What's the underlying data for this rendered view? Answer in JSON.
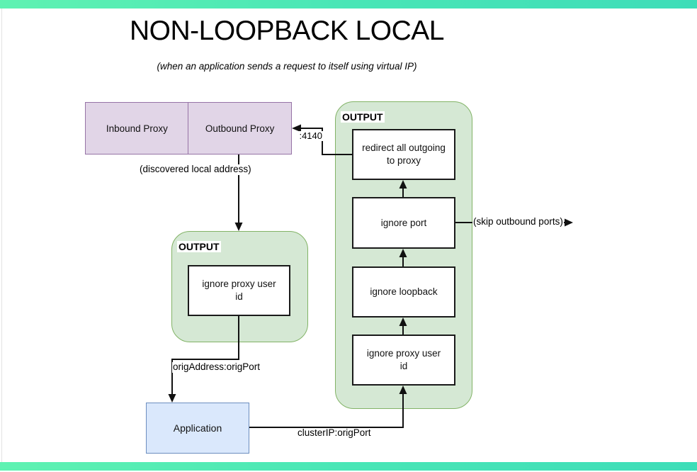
{
  "frame": {
    "accent_gradient_start": "#5ff2b2",
    "accent_gradient_end": "#3eddb8"
  },
  "header": {
    "title": "NON-LOOPBACK LOCAL",
    "subtitle": "(when an application sends a request to itself using virtual IP)"
  },
  "proxy_bar": {
    "inbound": "Inbound Proxy",
    "outbound": "Outbound Proxy",
    "fill": "#e1d5e7",
    "border": "#9673a6"
  },
  "right_output": {
    "title": "OUTPUT",
    "boxes": [
      "redirect all outgoing to proxy",
      "ignore port",
      "ignore loopback",
      "ignore proxy user id"
    ],
    "fill": "#d5e8d4",
    "border": "#82b366"
  },
  "left_output": {
    "title": "OUTPUT",
    "box": "ignore proxy user id"
  },
  "application": {
    "label": "Application",
    "fill": "#dae8fc",
    "border": "#6c8ebf"
  },
  "edge_labels": {
    "port": ":4140",
    "discovered_local_address": "(discovered local address)",
    "skip_outbound_ports": "(skip outbound ports)",
    "orig_address_port": "origAddress:origPort",
    "cluster_ip_port": "clusterIP:origPort"
  }
}
